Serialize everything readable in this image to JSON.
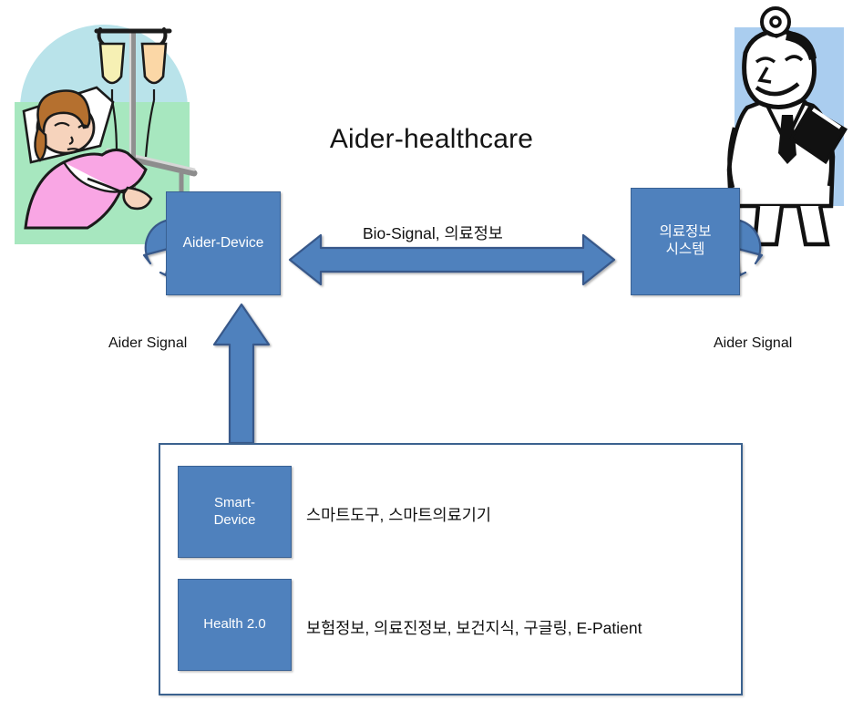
{
  "diagram": {
    "title": "Aider-healthcare",
    "boxes": {
      "aider_device": "Aider-Device",
      "medical_info_system": "의료정보\n시스템",
      "smart_device": "Smart-\nDevice",
      "health_20": "Health 2.0"
    },
    "arrows": {
      "bidirectional_label": "Bio-Signal, 의료정보",
      "left_loop_label": "Aider Signal",
      "right_loop_label": "Aider Signal"
    },
    "panel_rows": [
      {
        "box_label": "Smart-\nDevice",
        "description": "스마트도구, 스마트의료기기"
      },
      {
        "box_label": "Health 2.0",
        "description": "보험정보, 의료진정보, 보건지식, 구글링, E-Patient"
      }
    ],
    "illustrations": {
      "patient": "patient-in-hospital-bed-with-iv-drip",
      "doctor": "smiling-doctor-with-head-mirror-and-clipboard"
    },
    "colors": {
      "box_fill": "#4f81bd",
      "box_border": "#3a6294",
      "arrow_fill": "#4f81bd",
      "arrow_border": "#37598a",
      "panel_border": "#3b628f",
      "patient_bg_circle": "#b7e4ea",
      "patient_bed": "#a8e6c0",
      "patient_gown": "#f49fe0",
      "doctor_bg_square": "#aacdef",
      "text": "#111111"
    }
  }
}
